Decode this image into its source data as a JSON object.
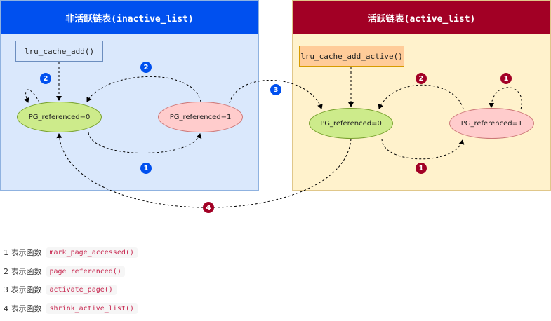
{
  "inactive_panel": {
    "title": "非活跃链表(inactive_list)",
    "add_function": "lru_cache_add()",
    "state_referenced_0": "PG_referenced=0",
    "state_referenced_1": "PG_referenced=1"
  },
  "active_panel": {
    "title": "活跃链表(active_list)",
    "add_function": "lru_cache_add_active()",
    "state_referenced_0": "PG_referenced=0",
    "state_referenced_1": "PG_referenced=1"
  },
  "badges": {
    "in_self_loop": "2",
    "in_top_arc": "2",
    "in_bottom_arc": "1",
    "cross_to_active": "3",
    "ac_top_arc": "2",
    "ac_self_loop": "1",
    "ac_bottom_arc": "1",
    "cross_to_inactive": "4"
  },
  "legend": [
    {
      "prefix": "1 表示函数",
      "code": "mark_page_accessed()"
    },
    {
      "prefix": "2 表示函数",
      "code": "page_referenced()"
    },
    {
      "prefix": "3 表示函数",
      "code": "activate_page()"
    },
    {
      "prefix": "4 表示函数",
      "code": "shrink_active_list()"
    }
  ],
  "colors": {
    "inactive_header": "#0050ef",
    "active_header": "#a20025",
    "inactive_bg": "#dae8fc",
    "active_bg": "#fff2cc",
    "state0_fill": "#cdeb8b",
    "state1_fill": "#ffcccc"
  }
}
